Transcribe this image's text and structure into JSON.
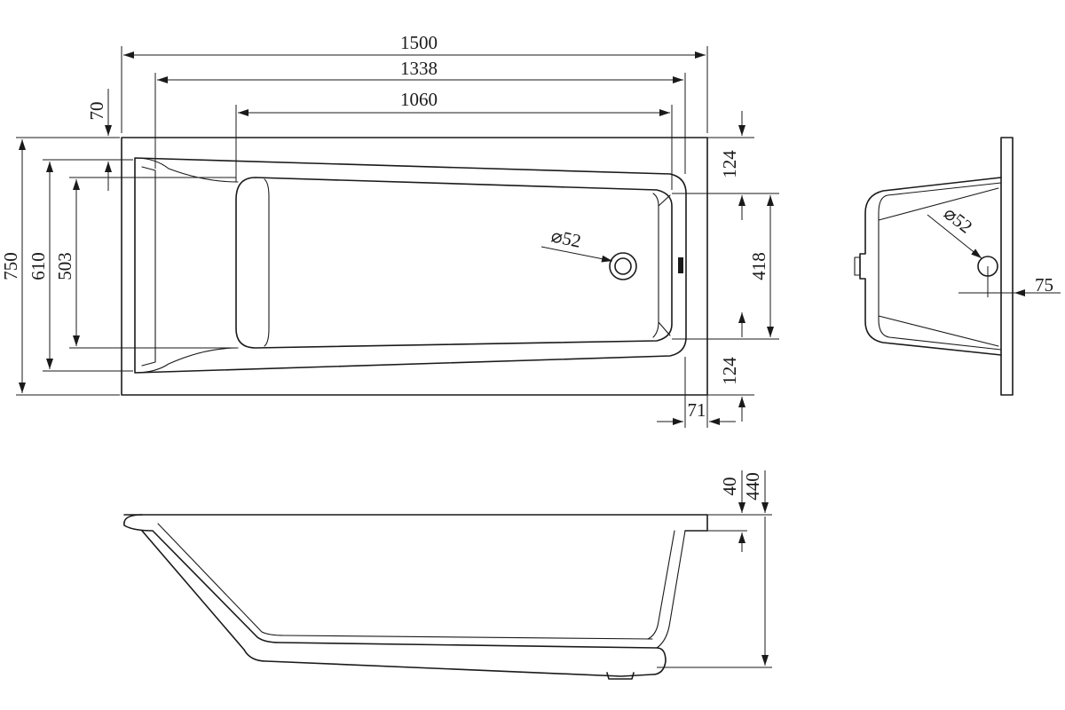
{
  "dimensions": {
    "total_length": "1500",
    "inner_length": "1338",
    "bottom_length": "1060",
    "rim_width": "70",
    "total_width": "750",
    "inner_width": "610",
    "bottom_width": "503",
    "side_offset_top": "124",
    "side_offset_bottom": "124",
    "drain_zone": "418",
    "end_rim": "71",
    "drain_diameter_top": "⌀52",
    "drain_diameter_side": "⌀52",
    "drain_offset": "75",
    "rim_height": "40",
    "total_height": "440"
  }
}
